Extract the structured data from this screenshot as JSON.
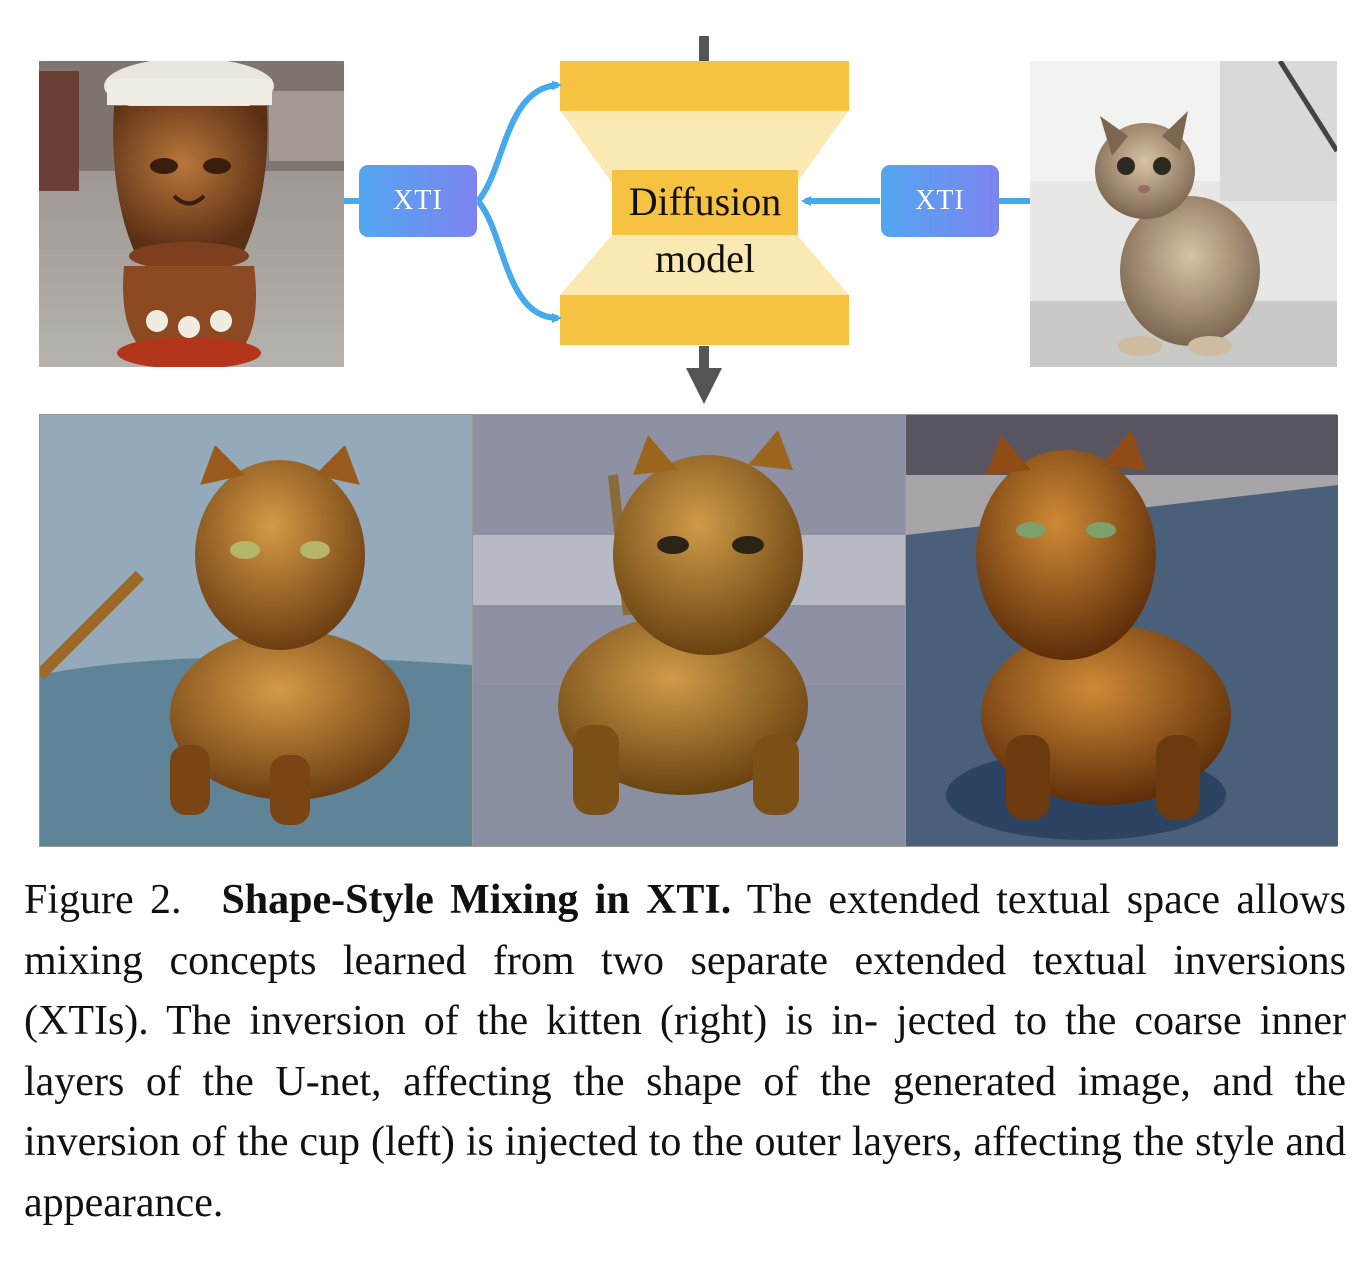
{
  "diagram": {
    "left_module_label": "XTI",
    "right_module_label": "XTI",
    "center_label_line1": "Diffusion",
    "center_label_line2": "model",
    "colors": {
      "xti_gradient_start": "#52a7f0",
      "xti_gradient_end": "#7d84f0",
      "unet_outer": "#f5c242",
      "unet_inner": "#fbe9b4",
      "arrow_blue": "#45a9ec",
      "arrow_gray": "#555555"
    }
  },
  "images": {
    "input_left": "cup-photo",
    "input_right": "kitten-photo",
    "outputs": [
      "result-ceramic-cat-1",
      "result-ceramic-cat-2",
      "result-ceramic-cat-3"
    ]
  },
  "caption": {
    "figure_number": "Figure 2.",
    "title": "Shape-Style Mixing in XTI.",
    "body": "The extended textual space allows mixing concepts learned from two separate extended textual inversions (XTIs). The inversion of the kitten (right) is in- jected to the coarse inner layers of the U-net, affecting the shape of the generated image, and the inversion of the cup (left) is injected to the outer layers, affecting the style and appearance."
  }
}
